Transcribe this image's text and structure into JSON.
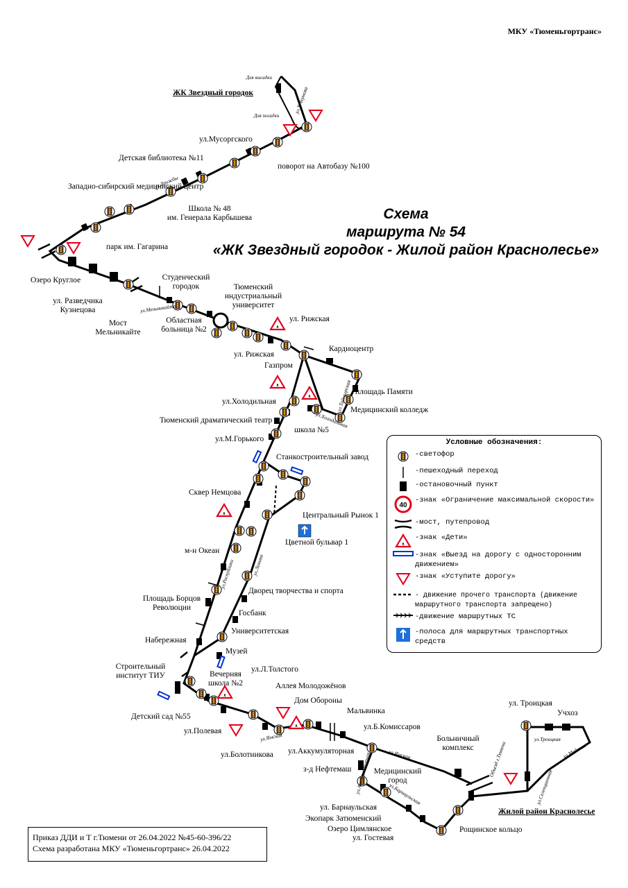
{
  "organization": "МКУ «Тюменьгортранс»",
  "title": {
    "line1": "Схема",
    "line2": "маршрута № 54",
    "line3": "«ЖК Звездный городок - Жилой район Краснолесье»"
  },
  "terminals": {
    "start": "ЖК Звездный городок",
    "end": "Жилой район Краснолесье"
  },
  "tiny_labels": {
    "drop_off": "Для высадки",
    "boarding": "Для посадки"
  },
  "streets": {
    "chernova": "ул.Т.Чернова",
    "druzhby": "ул.Дружбы",
    "melnikayte": "ул.Мельникайте",
    "kholodilnaya": "ул.Холодильная",
    "taymyrskaya": "ул.Таймырская",
    "respubliki": "ул.Республики",
    "lenina": "ул.Ленина",
    "yamskaya1": "ул.Ямская",
    "yamskaya2": "ул.Ямская",
    "akkumulyatornaya": "ул.Аккумуляторная",
    "barnaulskaya": "ул.Барнаульская",
    "obezd": "Объезд г.Тюмени",
    "troitskaya": "ул.Троицкая",
    "medovaya": "ул.Медовая",
    "selekcionnaya": "ул.Селекционная"
  },
  "stops": {
    "musorgskogo": "ул.Мусоргского",
    "library": "Детская библиотека №11",
    "autobase": "поворот на Автобазу №100",
    "med_center": "Западно-сибирский медицинский центр",
    "school48_1": "Школа № 48",
    "school48_2": "им. Генерала Карбышева",
    "gagarin_park": "парк им. Гагарина",
    "ozero_krugloe": "Озеро Круглое",
    "razvedchika_1": "ул. Разведчика",
    "razvedchika_2": "Кузнецова",
    "most_1": "Мост",
    "most_2": "Мельникайте",
    "student_1": "Студенческий",
    "student_2": "городок",
    "oblast_hosp_1": "Областная",
    "oblast_hosp_2": "больница №2",
    "tiu_1": "Тюменский",
    "tiu_2": "индустриальный",
    "tiu_3": "университет",
    "rizhskaya_a": "ул. Рижская",
    "rizhskaya_b": "ул. Рижская",
    "gazprom": "Газпром",
    "cardio": "Кардиоцентр",
    "ploshad_pamyati": "площадь Памяти",
    "kholodilnaya": "ул.Холодильная",
    "med_college": "Медицинский колледж",
    "drama_theatre": "Тюменский драматический театр",
    "school5": "школа №5",
    "gorkogo": "ул.М.Горького",
    "stanko": "Станкостроительный завод",
    "skver": "Сквер Немцова",
    "rynok": "Центральный Рынок 1",
    "bulvar": "Цветной бульвар 1",
    "okean": "м-н Океан",
    "borcov_1": "Площадь Борцов",
    "borcov_2": "Революции",
    "dvorec": "Дворец творчества и спорта",
    "gosbank": "Госбанк",
    "naberezhnaya": "Набережная",
    "universitetskaya": "Университетская",
    "muzey": "Музей",
    "stroit_1": "Строительный",
    "stroit_2": "институт ТИУ",
    "vechernyaya_1": "Вечерняя",
    "vechernyaya_2": "школа №2",
    "tolstogo": "ул.Л.Толстого",
    "alleya": "Аллея Молодожёнов",
    "dom_oborony": "Дом Обороны",
    "sad55": "Детский сад №55",
    "malvinka": "Мальвинка",
    "polevaya": "ул.Полевая",
    "komissarov": "ул.Б.Комиссаров",
    "bolotnikova": "ул.Болотникова",
    "akkumul": "ул.Аккумуляторная",
    "neftemash": "з-д Нефтемаш",
    "med_gorod_1": "Медицинский",
    "med_gorod_2": "город",
    "hosp_complex_1": "Больничный",
    "hosp_complex_2": "комплекс",
    "troitskaya": "ул. Троицкая",
    "uchkhoz": "Учхоз",
    "barnaulskaya": "ул. Барнаульская",
    "ekopark": "Экопарк Затюменский",
    "cimlyanskoe": "Озеро Цимлянское",
    "gostevaya": "ул. Гостевая",
    "roshchino": "Рощинское кольцо"
  },
  "speed_sign_value": "40",
  "legend": {
    "title": "Условные обозначения:",
    "items": [
      {
        "icon": "traffic-light-icon",
        "text": "-светофор"
      },
      {
        "icon": "pedestrian-crossing-icon",
        "text": "-пешеходный переход"
      },
      {
        "icon": "bus-stop-icon",
        "text": "-остановочный пункт"
      },
      {
        "icon": "speed-limit-sign-icon",
        "text": "-знак «Ограничение максимальной скорости»"
      },
      {
        "icon": "bridge-icon",
        "text": "-мост, путепровод"
      },
      {
        "icon": "children-sign-icon",
        "text": "-знак «Дети»"
      },
      {
        "icon": "one-way-sign-icon",
        "text": "-знак «Выезд на дорогу с односторонним движением»"
      },
      {
        "icon": "give-way-sign-icon",
        "text": "-знак «Уступите дорогу»"
      },
      {
        "icon": "dashed-line-icon",
        "text": "- движение прочего транспорта (движение маршрутного транспорта запрещено)"
      },
      {
        "icon": "arrow-line-icon",
        "text": "-движение маршрутных ТС"
      },
      {
        "icon": "bus-lane-sign-icon",
        "text": "-полоса для маршрутных транспортных средств"
      }
    ]
  },
  "footer": {
    "line1": "Приказ ДДИ и Т г.Тюмени от 26.04.2022 №45-60-396/22",
    "line2": "Схема разработана МКУ «Тюменьгортранс» 26.04.2022"
  }
}
